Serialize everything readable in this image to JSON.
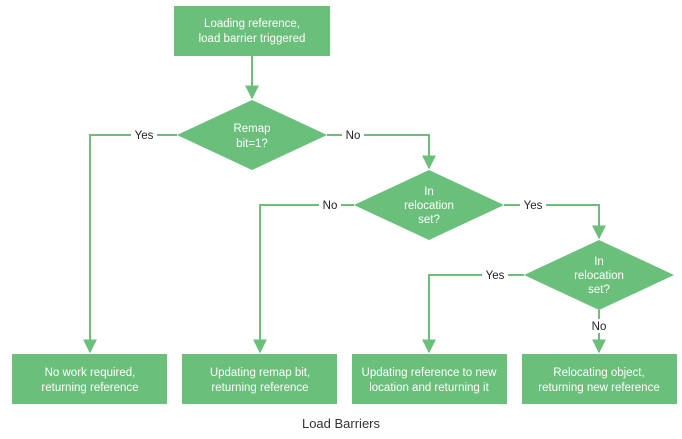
{
  "colors": {
    "node_fill": "#6abf7b",
    "edge": "#6abf7b",
    "text": "#ffffff",
    "label": "#222222"
  },
  "nodes": {
    "start": [
      "Loading reference,",
      "load barrier triggered"
    ],
    "remap": [
      "Remap",
      "bit=1?"
    ],
    "reloc1": [
      "In",
      "relocation",
      "set?"
    ],
    "reloc2": [
      "In",
      "relocation",
      "set?"
    ],
    "no_work": [
      "No work required,",
      "returning reference"
    ],
    "update_remap": [
      "Updating remap bit,",
      "returning reference"
    ],
    "update_ref": [
      "Updating reference to new",
      "location and returning it"
    ],
    "relocating": [
      "Relocating object,",
      "returning new reference"
    ]
  },
  "edges": {
    "remap_yes": "Yes",
    "remap_no": "No",
    "reloc1_no": "No",
    "reloc1_yes": "Yes",
    "reloc2_yes": "Yes",
    "reloc2_no": "No"
  },
  "caption": "Load Barriers"
}
